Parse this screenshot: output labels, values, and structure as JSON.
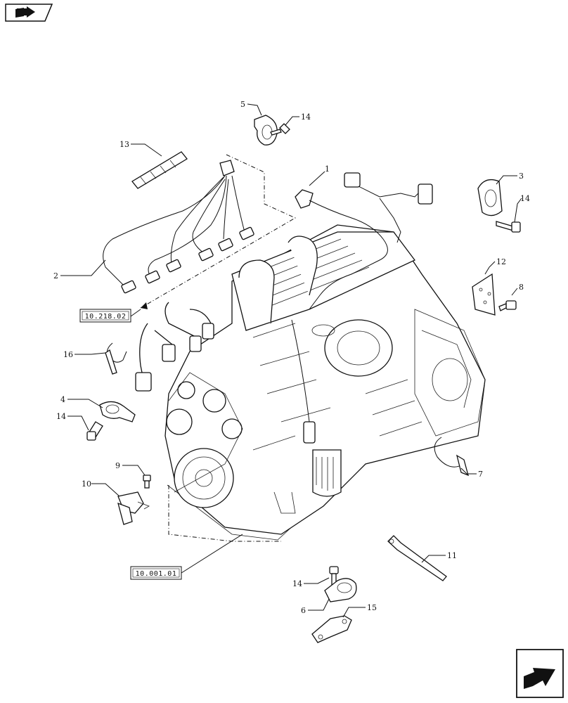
{
  "callouts": [
    {
      "id": "callout-1",
      "text": "1"
    },
    {
      "id": "callout-2",
      "text": "2"
    },
    {
      "id": "callout-3",
      "text": "3"
    },
    {
      "id": "callout-4",
      "text": "4"
    },
    {
      "id": "callout-5",
      "text": "5"
    },
    {
      "id": "callout-6",
      "text": "6"
    },
    {
      "id": "callout-7",
      "text": "7"
    },
    {
      "id": "callout-8",
      "text": "8"
    },
    {
      "id": "callout-9",
      "text": "9"
    },
    {
      "id": "callout-10",
      "text": "10"
    },
    {
      "id": "callout-11",
      "text": "11"
    },
    {
      "id": "callout-12",
      "text": "12"
    },
    {
      "id": "callout-13",
      "text": "13"
    },
    {
      "id": "callout-14a",
      "text": "14"
    },
    {
      "id": "callout-14b",
      "text": "14"
    },
    {
      "id": "callout-14c",
      "text": "14"
    },
    {
      "id": "callout-14d",
      "text": "14"
    },
    {
      "id": "callout-15",
      "text": "15"
    },
    {
      "id": "callout-16",
      "text": "16"
    }
  ],
  "references": {
    "ref_a": "10.218.02",
    "ref_b": "10.001.01"
  },
  "icons": {
    "top_left": "book-arrow-icon",
    "bottom_right": "next-page-arrow-icon"
  }
}
